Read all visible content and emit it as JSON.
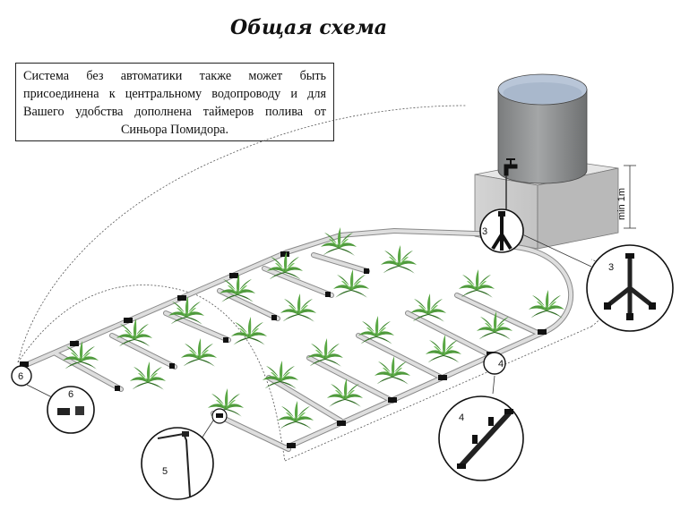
{
  "title": "Общая схема",
  "note": "Система без автоматики также может быть присоединена к центральному водопроводу и для Вашего удобства дополнена таймеров полива от Синьора Помидора.",
  "tank": {
    "height_label": "min 1m"
  },
  "callouts": [
    {
      "id": "3",
      "label": "3"
    },
    {
      "id": "3-detail",
      "label": "3"
    },
    {
      "id": "4",
      "label": "4"
    },
    {
      "id": "4-detail",
      "label": "4"
    },
    {
      "id": "5",
      "label": "5"
    },
    {
      "id": "6",
      "label": "6"
    },
    {
      "id": "6-detail",
      "label": "6"
    }
  ],
  "colors": {
    "pipe": "#d8d8d8",
    "pipe_edge": "#8a8a8a",
    "plant": "#4f9a3c",
    "plant_dark": "#2f6d24",
    "tank": "#8f9192",
    "water": "#b9c6d8",
    "stand": "#d7d7d7"
  }
}
